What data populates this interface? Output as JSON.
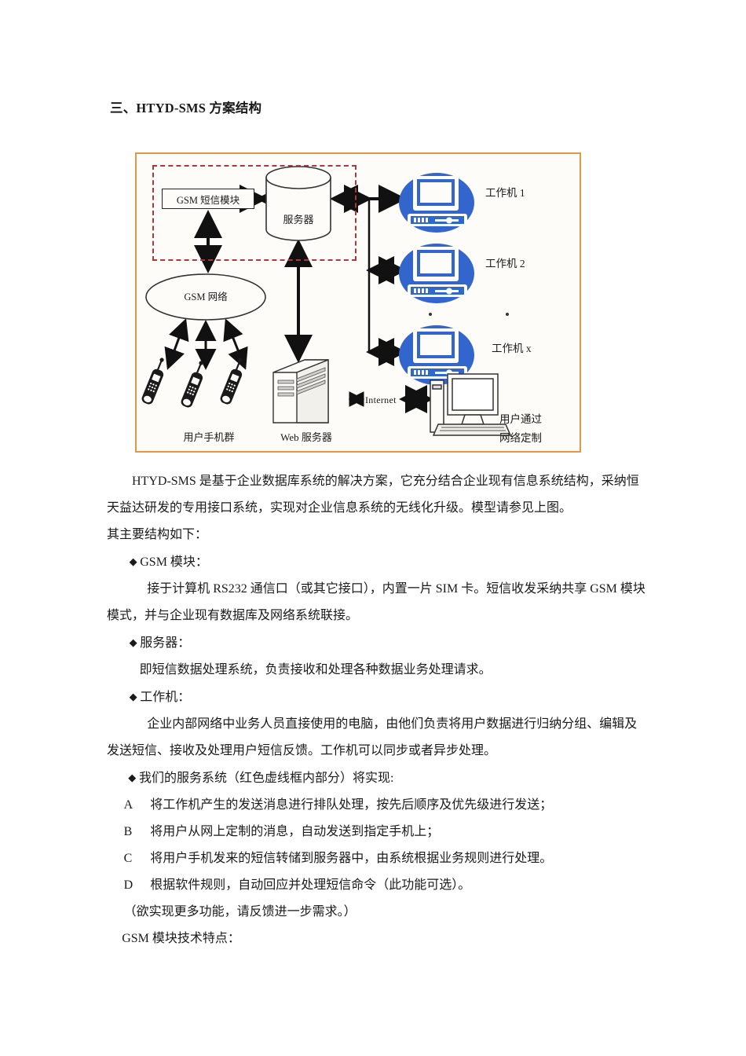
{
  "heading": "三、HTYD-SMS 方案结构",
  "figure": {
    "nodes": {
      "gsm_module": "GSM 短信模块",
      "server": "服务器",
      "gsm_network": "GSM 网络",
      "phones_label": "用户手机群",
      "web_server_label": "Web 服务器",
      "internet_label": "Internet",
      "workstation_1": "工作机 1",
      "workstation_2": "工作机 2",
      "workstation_x": "工作机 x",
      "user_custom_line1": "用户通过",
      "user_custom_line2": "网络定制"
    },
    "colors": {
      "frame_border": "#e0984a",
      "dashed_zone": "#a83a3a",
      "workstation_blue": "#3366cc",
      "line": "#111111",
      "background": "#fdfcf8"
    }
  },
  "body": {
    "intro_p1": "HTYD-SMS 是基于企业数据库系统的解决方案，它充分结合企业现有信息系统结构，采纳恒天益达研发的专用接口系统，实现对企业信息系统的无线化升级。模型请参见上图。",
    "intro_p2": "其主要结构如下：",
    "bullet_char": "◆",
    "item_gsm_title": "GSM 模块：",
    "item_gsm_body": "接于计算机 RS232 通信口（或其它接口），内置一片 SIM 卡。短信收发采纳共享 GSM 模块模式，并与企业现有数据库及网络系统联接。",
    "item_server_title": "服务器：",
    "item_server_body": "即短信数据处理系统，负责接收和处理各种数据业务处理请求。",
    "item_ws_title": "工作机：",
    "item_ws_body": "企业内部网络中业务人员直接使用的电脑，由他们负责将用户数据进行归纳分组、编辑及发送短信、接收及处理用户短信反馈。工作机可以同步或者异步处理。",
    "item_service_title": "我们的服务系统（红色虚线框内部分）将实现:",
    "list": [
      {
        "letter": "A",
        "text": "将工作机产生的发送消息进行排队处理，按先后顺序及优先级进行发送；"
      },
      {
        "letter": "B",
        "text": "将用户从网上定制的消息，自动发送到指定手机上；"
      },
      {
        "letter": "C",
        "text": "将用户手机发来的短信转储到服务器中，由系统根据业务规则进行处理。"
      },
      {
        "letter": "D",
        "text": "根据软件规则，自动回应并处理短信命令（此功能可选）。"
      }
    ],
    "note": "（欲实现更多功能，请反馈进一步需求。）",
    "closing": "GSM 模块技术特点："
  }
}
